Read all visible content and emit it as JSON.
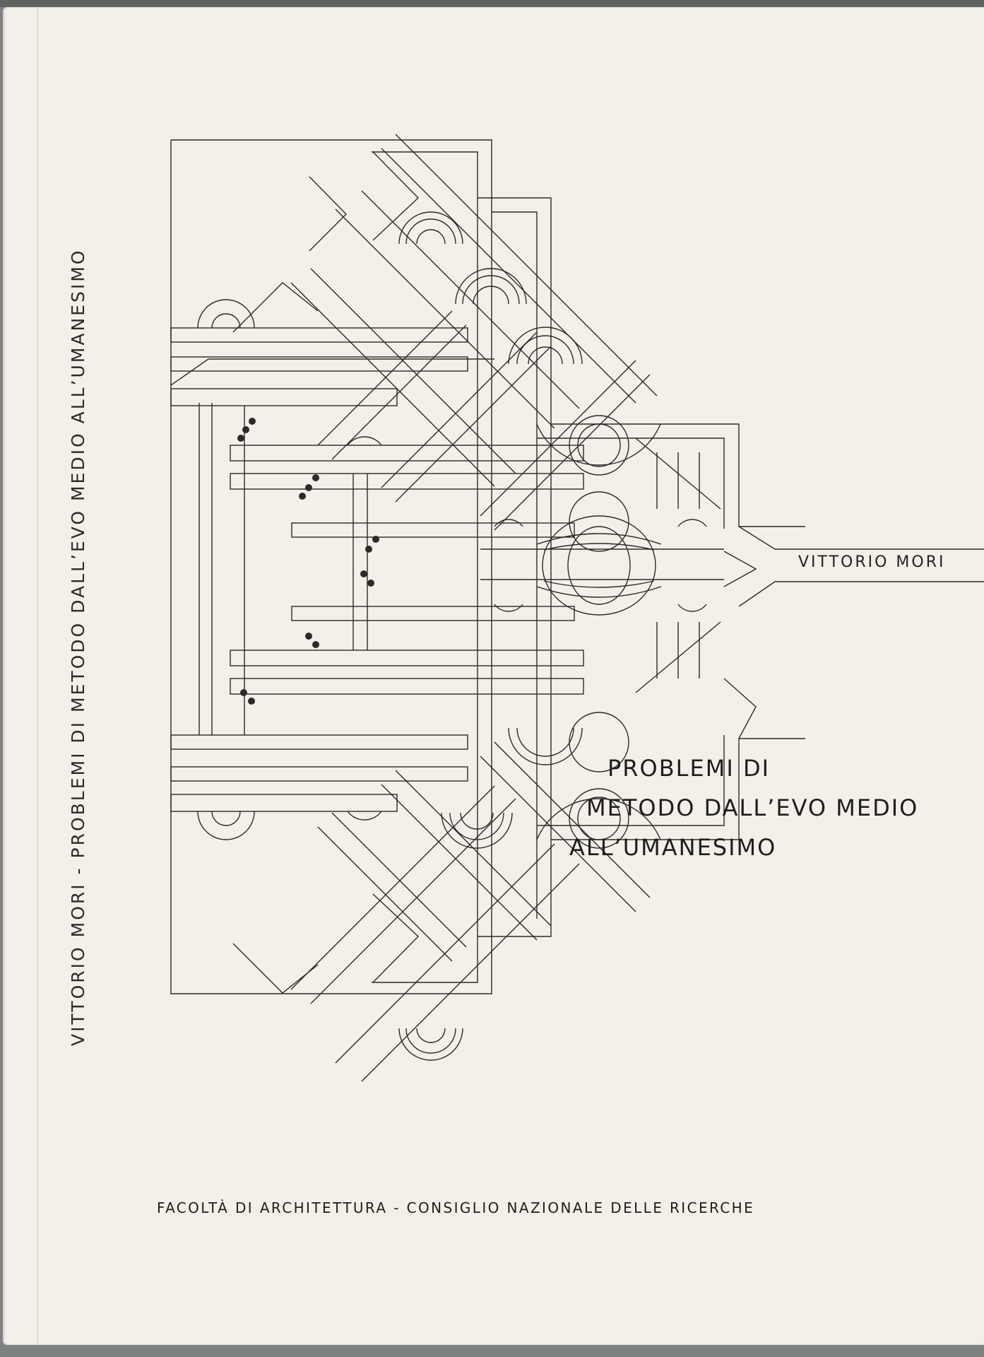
{
  "cover": {
    "author": "VITTORIO MORI",
    "title_lines": [
      "PROBLEMI DI",
      "METODO DALL’EVO MEDIO",
      "ALL’UMANESIMO"
    ],
    "spine": "VITTORIO MORI - PROBLEMI DI METODO DALL’EVO MEDIO ALL’UMANESIMO",
    "publisher": "FACOLTÀ DI ARCHITETTURA - CONSIGLIO NAZIONALE DELLE RICERCHE",
    "illustration": "architectural-plan-drawing"
  },
  "colors": {
    "paper": "#f2f0e8",
    "ink": "#1e1e1e",
    "background": "#7d8182"
  }
}
